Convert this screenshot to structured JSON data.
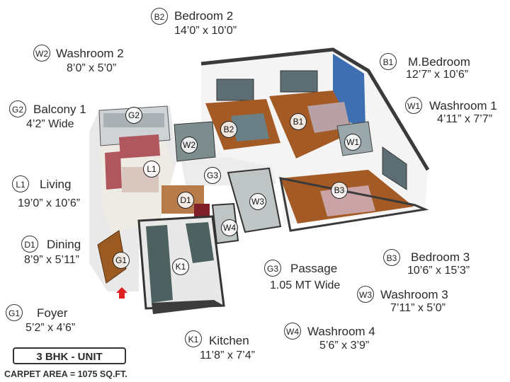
{
  "legend": [
    {
      "code": "B2",
      "name": "Bedroom 2",
      "size": "14’0” x 10’0”"
    },
    {
      "code": "W2",
      "name": "Washroom 2",
      "size": "8’0” x 5’0”"
    },
    {
      "code": "G2",
      "name": "Balcony 1",
      "size": "4’2” Wide"
    },
    {
      "code": "L1",
      "name": "Living",
      "size": "19’0” x 10’6”"
    },
    {
      "code": "D1",
      "name": "Dining",
      "size": "8’9” x 5’11”"
    },
    {
      "code": "G1",
      "name": "Foyer",
      "size": "5’2” x 4’6”"
    },
    {
      "code": "B1",
      "name": "M.Bedroom",
      "size": "12’7” x 10’6”"
    },
    {
      "code": "W1",
      "name": "Washroom 1",
      "size": "4’11” x 7’7”"
    },
    {
      "code": "G3",
      "name": "Passage",
      "size": "1.05 MT Wide"
    },
    {
      "code": "B3",
      "name": "Bedroom 3",
      "size": "10’6” x 15’3”"
    },
    {
      "code": "W3",
      "name": "Washroom 3",
      "size": "7’11” x 5’0”"
    },
    {
      "code": "W4",
      "name": "Washroom 4",
      "size": "5’6” x 3’9”"
    },
    {
      "code": "K1",
      "name": "Kitchen",
      "size": "11’8” x 7’4”"
    }
  ],
  "markers": [
    "G2",
    "B2",
    "B1",
    "W1",
    "W2",
    "L1",
    "G3",
    "D1",
    "W3",
    "B3",
    "W4",
    "G1",
    "K1"
  ],
  "unit_label": "3 BHK - UNIT",
  "carpet_area": "CARPET AREA = 1075 SQ.FT.",
  "colors": {
    "wall": "#f2f2f2",
    "wall_top": "#3a3a3a",
    "wood": "#a45a24",
    "tile": "#4c6160",
    "accent_blue": "#3e6fb3",
    "entry_arrow": "#e02020"
  }
}
